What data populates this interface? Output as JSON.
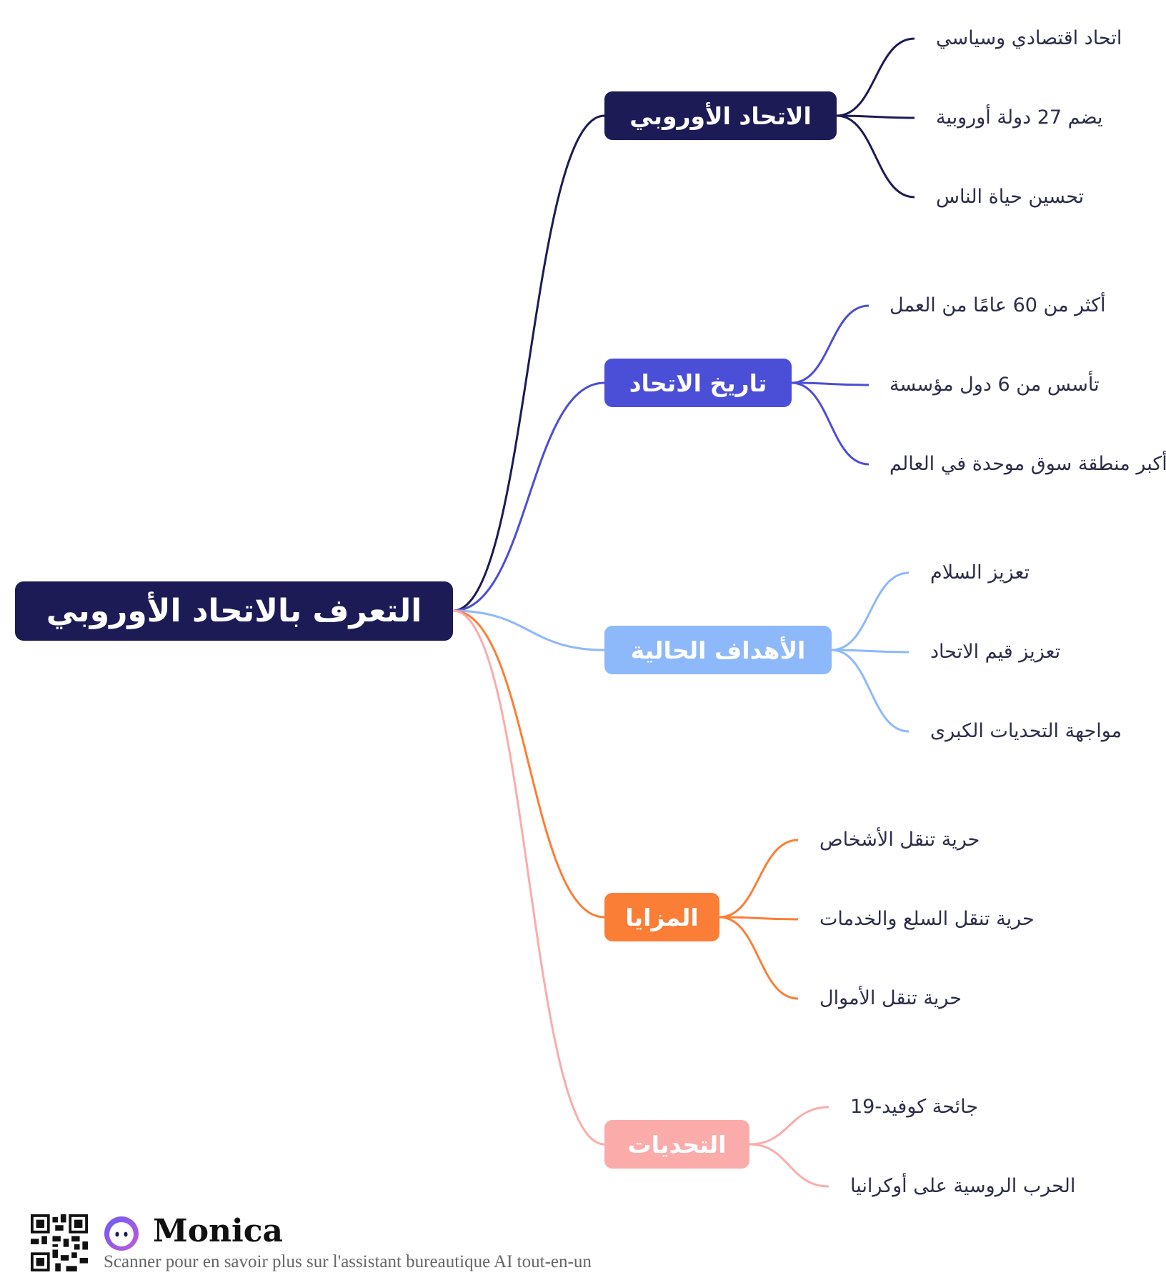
{
  "mindmap": {
    "root": {
      "label": "التعرف بالاتحاد الأوروبي",
      "color": "#1c1b56"
    },
    "branches": [
      {
        "label": "الاتحاد الأوروبي",
        "color": "#1c1b56",
        "children": [
          "اتحاد اقتصادي وسياسي",
          "يضم 27 دولة أوروبية",
          "تحسين حياة الناس"
        ]
      },
      {
        "label": "تاريخ الاتحاد",
        "color": "#4b4ed6",
        "children": [
          "أكثر من 60 عامًا من العمل",
          "تأسس من 6 دول مؤسسة",
          "أكبر منطقة سوق موحدة في العالم"
        ]
      },
      {
        "label": "الأهداف الحالية",
        "color": "#8db8fa",
        "children": [
          "تعزيز السلام",
          "تعزيز قيم الاتحاد",
          "مواجهة التحديات الكبرى"
        ]
      },
      {
        "label": "المزايا",
        "color": "#fb7e36",
        "children": [
          "حرية تنقل الأشخاص",
          "حرية تنقل السلع والخدمات",
          "حرية تنقل الأموال"
        ]
      },
      {
        "label": "التحديات",
        "color": "#fcabab",
        "children": [
          "جائحة كوفيد-19",
          "الحرب الروسية على أوكرانيا"
        ]
      }
    ]
  },
  "footer": {
    "brand": "Monica",
    "tagline": "Scanner pour en savoir plus sur l'assistant bureautique AI tout-en-un",
    "logo_icon": "monica-logo-icon",
    "qr_icon": "qr-code-icon"
  }
}
